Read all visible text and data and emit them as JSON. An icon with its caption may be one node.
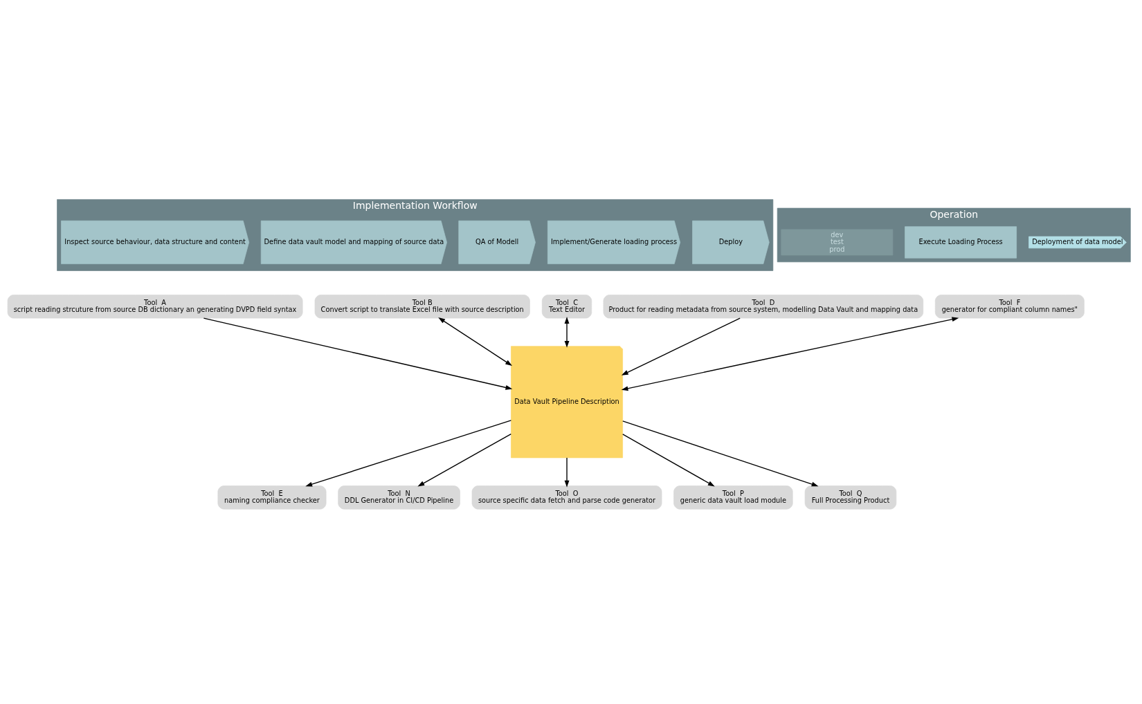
{
  "diagram": {
    "nodes": [
      {
        "text": [
          "Implementation Workflow"
        ]
      },
      {
        "text": [
          "Inspect source behaviour, data structure and content"
        ],
        "in": 0
      },
      {
        "text": [
          "Define data vault model and mapping of source data"
        ],
        "in": 0
      },
      {
        "text": [
          "QA of Modell"
        ],
        "in": 0
      },
      {
        "text": [
          "Implement/Generate loading process"
        ],
        "in": 0
      },
      {
        "text": [
          "Deploy"
        ],
        "in": 0
      },
      {
        "text": [
          "Operation"
        ]
      },
      {
        "text": [
          "dev",
          "test",
          "prod"
        ],
        "in": 6
      },
      {
        "text": [
          "Execute Loading Process"
        ],
        "in": 6
      },
      {
        "text": [
          "Deployment of data model"
        ],
        "in": 6
      },
      {
        "text": [
          "Data Vault Pipeline Description"
        ]
      },
      {
        "text": [
          "Tool  A",
          "script reading strcuture from source DB dictionary an generating DVPD field syntax"
        ]
      },
      {
        "text": [
          "Tool B",
          "Convert script to translate Excel file with source description"
        ]
      },
      {
        "text": [
          "Tool  C",
          "Text Editor"
        ]
      },
      {
        "text": [
          "Tool  D",
          "Product for reading metadata from source system, modelling Data Vault and mapping data"
        ]
      },
      {
        "text": [
          "Tool  E",
          "naming compliance checker"
        ]
      },
      {
        "text": [
          "Tool  F",
          "generator for compliant column names\""
        ]
      },
      {
        "text": [
          "Tool  N",
          "DDL Generator in CI/CD Pipeline"
        ]
      },
      {
        "text": [
          "Tool  O",
          "source specific data fetch and parse code generator"
        ]
      },
      {
        "text": [
          "Tool  P",
          "generic data vault load module"
        ]
      },
      {
        "text": [
          "Tool  Q",
          "Full Processing Product"
        ]
      }
    ],
    "edges": [
      {
        "from": 11,
        "to": 10,
        "arrow": "to"
      },
      {
        "from": 12,
        "to": 10,
        "arrow": "both"
      },
      {
        "from": 13,
        "to": 10,
        "arrow": "both"
      },
      {
        "from": 14,
        "to": 10,
        "arrow": "to"
      },
      {
        "from": 10,
        "to": 15,
        "arrow": "to"
      },
      {
        "from": 16,
        "to": 10,
        "arrow": "both"
      },
      {
        "from": 10,
        "to": 17,
        "arrow": "to"
      },
      {
        "from": 10,
        "to": 18,
        "arrow": "to"
      },
      {
        "from": 10,
        "to": 19,
        "arrow": "to"
      },
      {
        "from": 10,
        "to": 20,
        "arrow": "to"
      }
    ]
  }
}
